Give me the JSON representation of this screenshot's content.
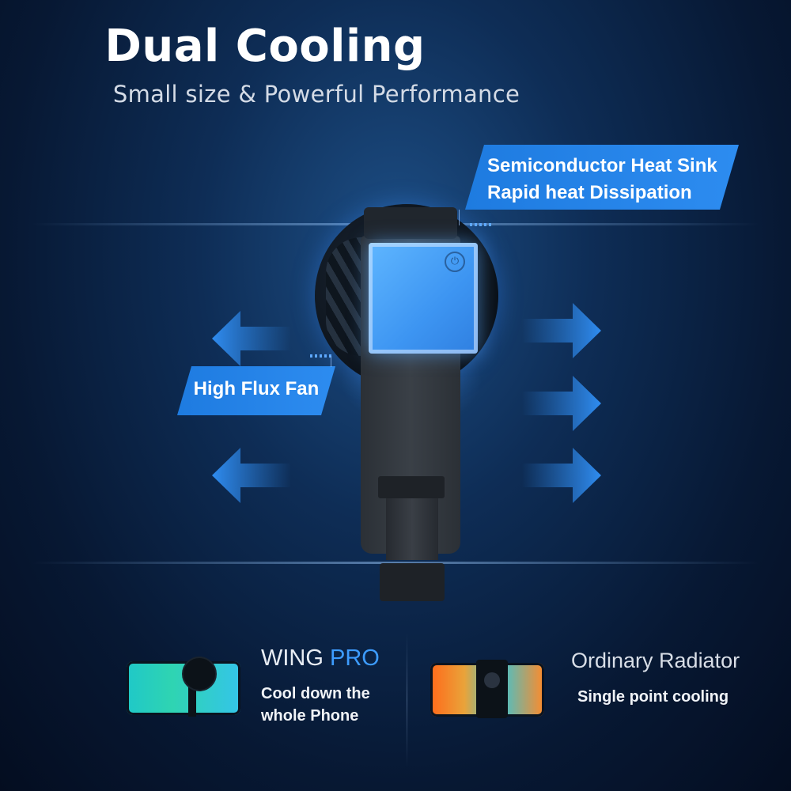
{
  "header": {
    "title": "Dual Cooling",
    "subtitle": "Small size & Powerful Performance"
  },
  "callouts": {
    "heat_sink_line1": "Semiconductor Heat Sink",
    "heat_sink_line2": "Rapid heat Dissipation",
    "fan": "High Flux Fan"
  },
  "comparison": {
    "wing": {
      "title_main": "WING",
      "title_accent": "PRO",
      "desc_line1": "Cool down the",
      "desc_line2": "whole Phone"
    },
    "ordinary": {
      "title": "Ordinary Radiator",
      "desc": "Single point cooling"
    }
  },
  "colors": {
    "accent_blue": "#2d8cf0",
    "pro_blue": "#3d9cff",
    "cool_gradient": "#2fd4b2",
    "hot_gradient": "#ff6a1a"
  },
  "icons": {
    "arrow_left": "arrow-left-icon",
    "arrow_right": "arrow-right-icon",
    "fan": "fan-icon",
    "power": "power-icon"
  }
}
